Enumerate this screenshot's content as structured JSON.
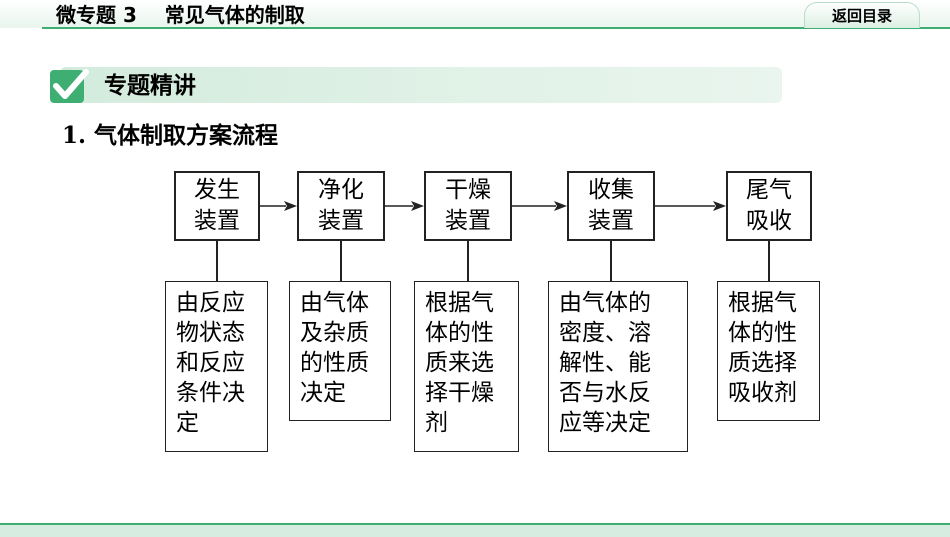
{
  "header": {
    "title": "微专题 3    常见气体的制取",
    "return_label": "返回目录"
  },
  "section": {
    "title": "专题精讲"
  },
  "subsection": {
    "title": "1.  气体制取方案流程"
  },
  "flow": {
    "stages": [
      {
        "line1": "发生",
        "line2": "装置"
      },
      {
        "line1": "净化",
        "line2": "装置"
      },
      {
        "line1": "干燥",
        "line2": "装置"
      },
      {
        "line1": "收集",
        "line2": "装置"
      },
      {
        "line1": "尾气",
        "line2": "吸收"
      }
    ],
    "descriptions": [
      {
        "lines": [
          "由反应",
          "物状态",
          "和反应",
          "条件决",
          "定"
        ]
      },
      {
        "lines": [
          "由气体",
          "及杂质",
          "的性质",
          "决定"
        ]
      },
      {
        "lines": [
          "根据气",
          "体的性",
          "质来选",
          "择干燥",
          "剂"
        ]
      },
      {
        "lines": [
          "由气体的",
          "密度、溶",
          "解性、能",
          "否与水反",
          "应等决定"
        ]
      },
      {
        "lines": [
          "根据气",
          "体的性",
          "质选择",
          "吸收剂"
        ]
      }
    ]
  },
  "colors": {
    "accent": "#3fae72",
    "section_bg": "#d3ebdd"
  }
}
